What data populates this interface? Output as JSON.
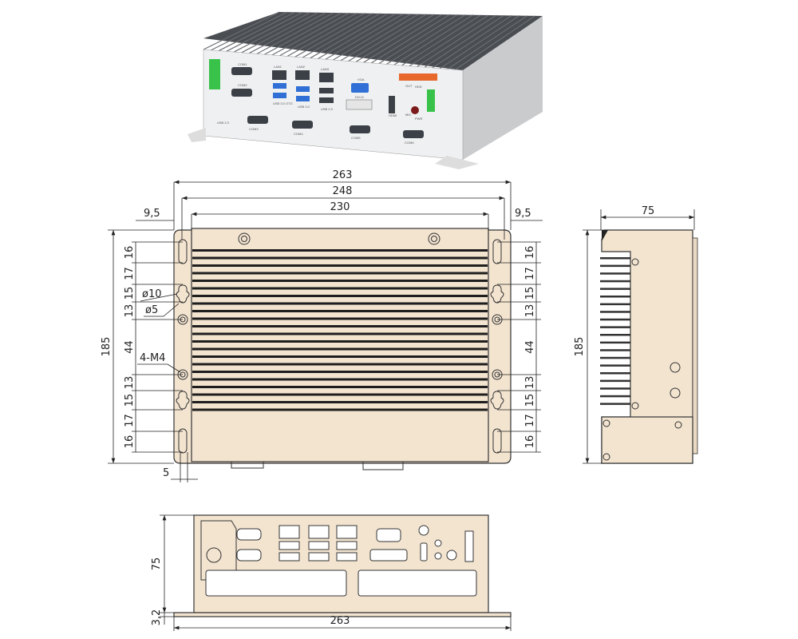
{
  "product_photo": {
    "port_labels": [
      "COM1",
      "COM2",
      "LAN1",
      "LAN2",
      "LAN3",
      "VGA",
      "DVI-D",
      "HDMI",
      "OUT",
      "MIC",
      "HDD",
      "PWR",
      "USB 2.0",
      "USB 3.0 OTG",
      "USB 3.0",
      "USB 2.0",
      "COM3",
      "COM4",
      "COM5",
      "COM6"
    ]
  },
  "top_view": {
    "width_overall": "263",
    "width_holes": "248",
    "width_body": "230",
    "ear_left": "9,5",
    "ear_right": "9,5",
    "height_overall": "185",
    "hole_chain_left": [
      "16",
      "17",
      "15",
      "13",
      "44",
      "13",
      "15",
      "17",
      "16"
    ],
    "hole_chain_right": [
      "16",
      "17",
      "15",
      "13",
      "44",
      "13",
      "15",
      "17",
      "16"
    ],
    "keyhole_large": "ø10",
    "keyhole_small": "ø5",
    "screw_callout": "4-M4",
    "ear_offset": "5"
  },
  "side_view": {
    "depth": "75",
    "height": "185"
  },
  "front_view": {
    "height": "75",
    "flange": "3,2",
    "width": "263"
  },
  "colors": {
    "body": "#f3e4d0",
    "line": "#222222"
  }
}
